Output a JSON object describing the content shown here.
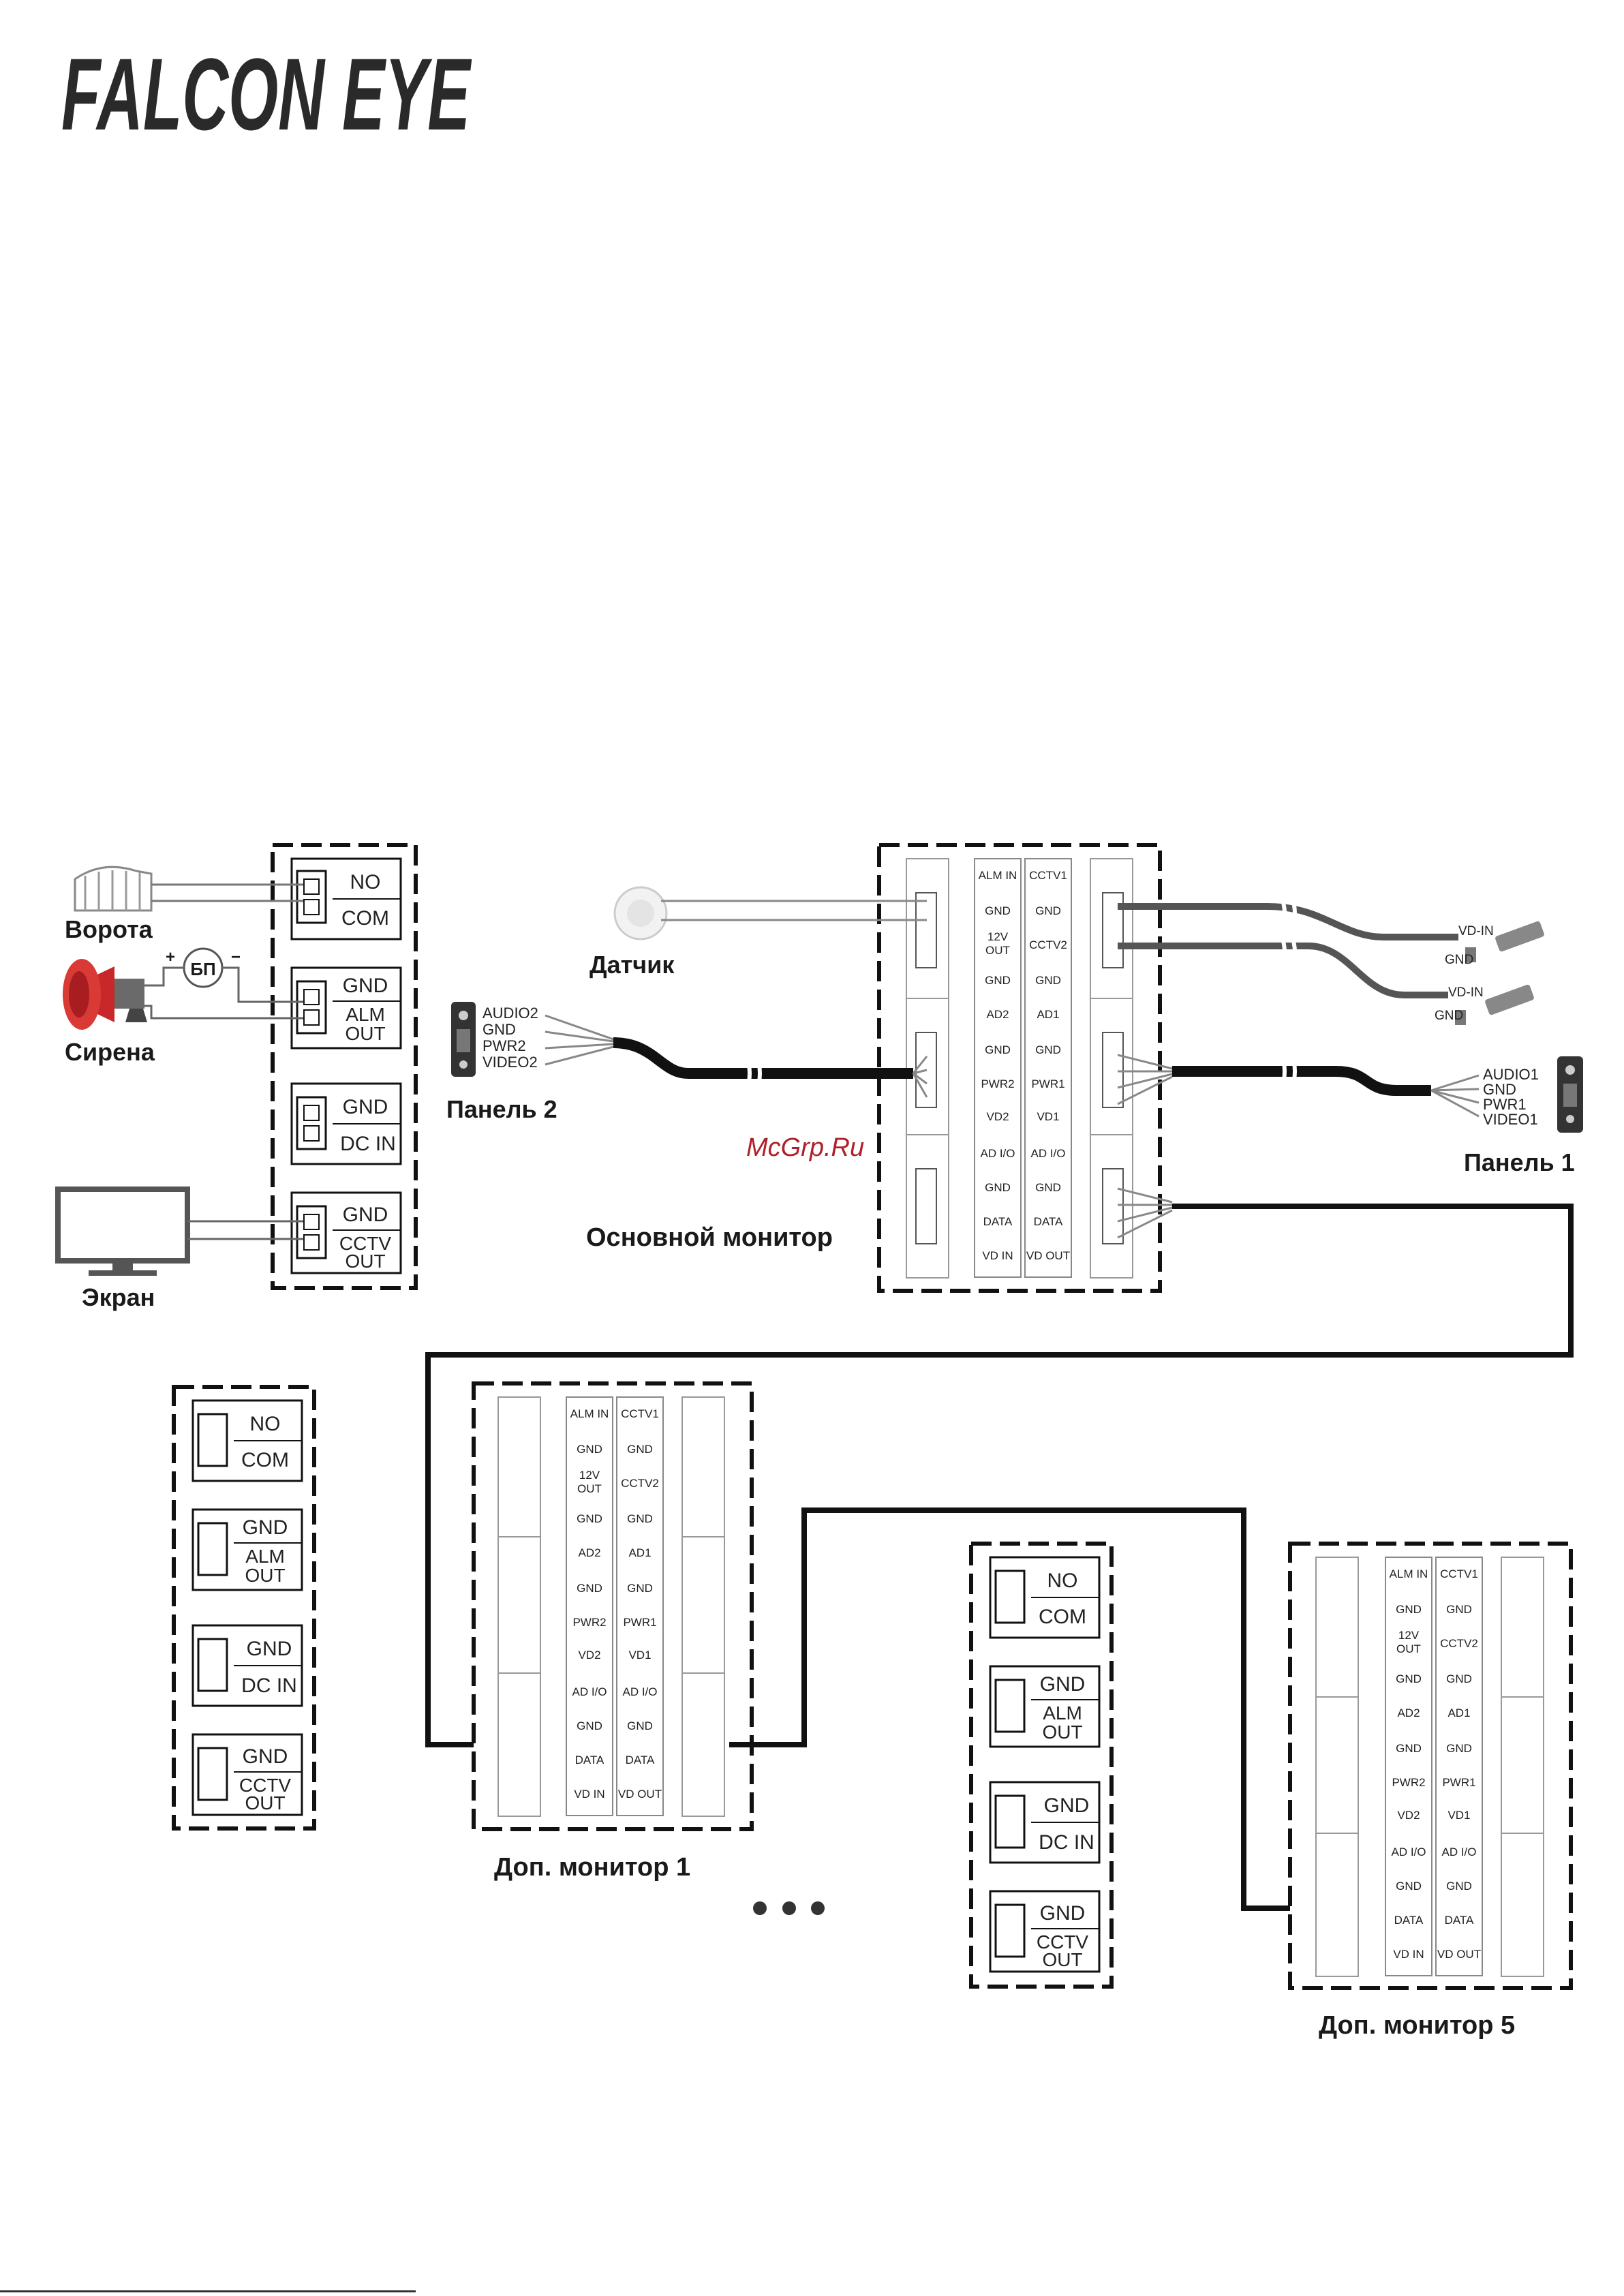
{
  "logo": {
    "text": "FALCON EYE"
  },
  "watermark": "McGrp.Ru",
  "labels": {
    "vorota": "Ворота",
    "sirena": "Сирена",
    "bp": "БП",
    "plus": "+",
    "minus": "−",
    "ekran": "Экран",
    "datchik": "Датчик",
    "panel2": "Панель 2",
    "panel1": "Панель 1",
    "main_monitor": "Основной монитор",
    "sub_monitor_1": "Доп. монитор 1",
    "sub_monitor_5": "Доп. монитор 5"
  },
  "panel2_pins": [
    "AUDIO2",
    "GND",
    "PWR2",
    "VIDEO2"
  ],
  "panel1_pins": [
    "AUDIO1",
    "GND",
    "PWR1",
    "VIDEO1"
  ],
  "camera_pins": [
    "VD-IN",
    "GND"
  ],
  "relay_terminals": [
    [
      "NO",
      "COM"
    ],
    [
      "GND",
      "ALM",
      "OUT"
    ],
    [
      "GND",
      "DC IN"
    ],
    [
      "GND",
      "CCTV",
      "OUT"
    ]
  ],
  "monitor_left_col": [
    "ALM IN",
    "GND",
    "12V",
    "OUT",
    "GND",
    "AD2",
    "GND",
    "PWR2",
    "VD2",
    "AD I/O",
    "GND",
    "DATA",
    "VD IN"
  ],
  "monitor_right_col": [
    "CCTV1",
    "GND",
    "CCTV2",
    "GND",
    "AD1",
    "GND",
    "PWR1",
    "VD1",
    "AD I/O",
    "GND",
    "DATA",
    "VD OUT"
  ],
  "colors": {
    "line": "#111111",
    "box_fill": "#ffffff",
    "accent_red": "#c8282a",
    "watermark": "#b0202a"
  },
  "icons": [
    "gate-icon",
    "siren-icon",
    "power-supply-icon",
    "screen-icon",
    "motion-sensor-icon",
    "door-panel-icon",
    "cctv-camera-icon"
  ]
}
